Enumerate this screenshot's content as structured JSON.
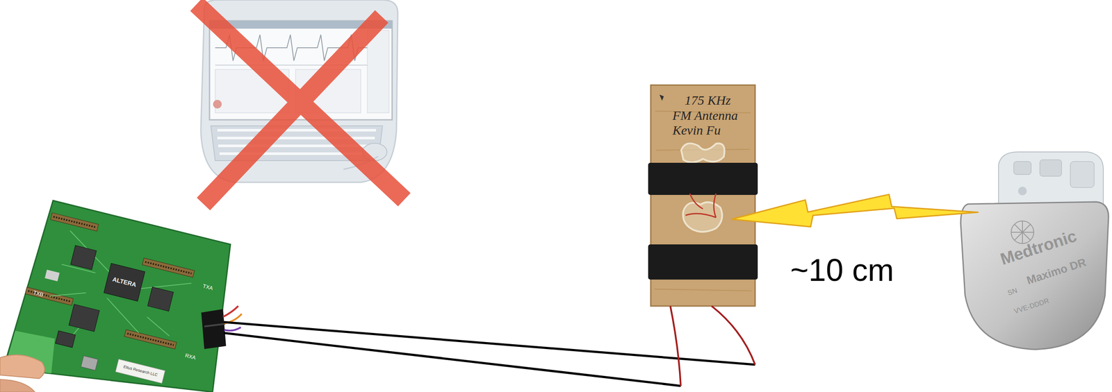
{
  "diagram": {
    "nodes": [
      {
        "text": [
          "ALTERA"
        ]
      },
      {
        "text": [
          "175 KHz FM Antenna Kevin Fu"
        ]
      },
      {
        "text": [
          "Medtronic",
          "Maximo DR"
        ]
      }
    ],
    "edges": [
      {
        "from": 0,
        "to": 1,
        "arrow": "none"
      },
      {
        "from": 1,
        "to": 2,
        "label": "~10 cm",
        "arrow": "none"
      }
    ],
    "labels": [
      "TXB",
      "TXA",
      "RXA",
      "Ettus Research LLC",
      "SN",
      "VVE-DDDR"
    ]
  }
}
